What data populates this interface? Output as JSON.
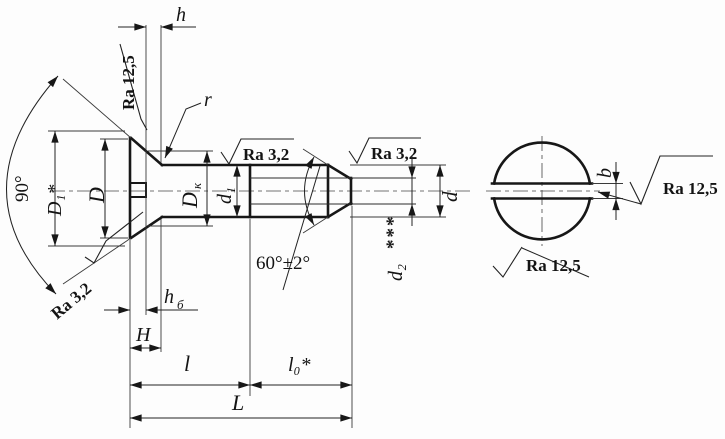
{
  "colors": {
    "ink": "#171717",
    "paper": "#fdfdfd"
  },
  "side": {
    "h": "h",
    "ra_top": "Ra 12,5",
    "r": "r",
    "ra_shank": "Ra 3,2",
    "ra_tip": "Ra 3,2",
    "ra_bearing": "Ra 3,2",
    "angle90": "90°",
    "d1_head": "D₁*",
    "dD": "D",
    "dk_main": "D",
    "dk_sub": "к",
    "d1_shank": "d₁",
    "angle60": "60°±2°",
    "d2": "d₂",
    "d2_stars": "***",
    "dd": "d",
    "hb_main": "h",
    "hb_sub": "б",
    "H": "H",
    "l": "l",
    "l0": "l₀*",
    "L": "L"
  },
  "face": {
    "b": "b",
    "ra_slot": "Ra 12,5",
    "ra_face": "Ra 12,5"
  }
}
